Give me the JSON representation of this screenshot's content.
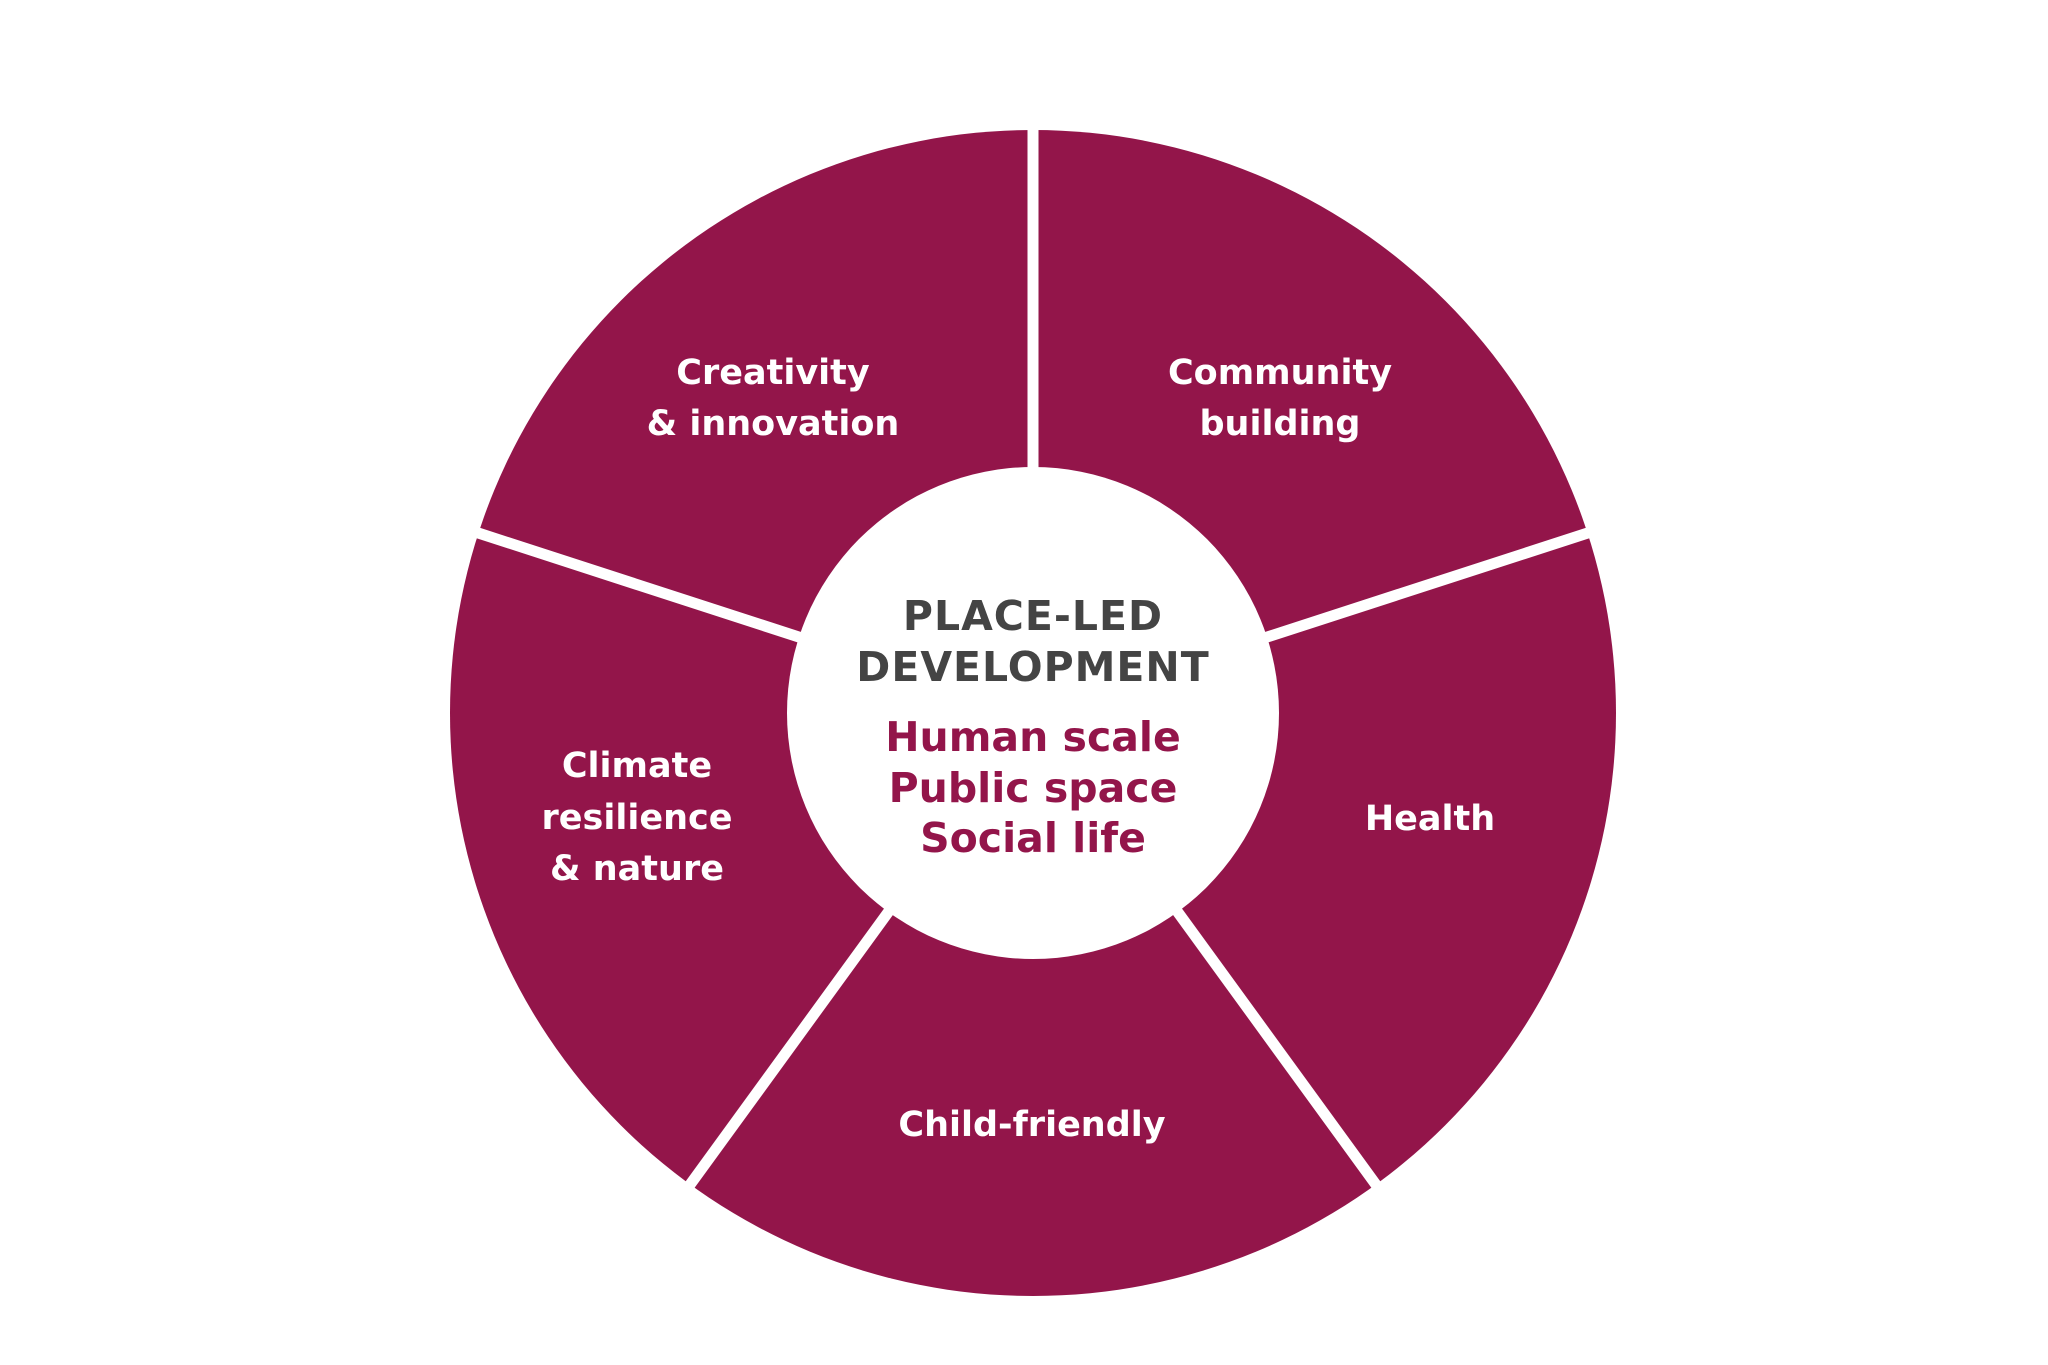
{
  "colors": {
    "segment_fill": "#93154A",
    "divider": "#ffffff",
    "center_fill": "#ffffff",
    "center_title": "#444444",
    "center_sub": "#93154A",
    "segment_text": "#ffffff"
  },
  "center": {
    "title_lines": [
      "PLACE-LED",
      "DEVELOPMENT"
    ],
    "sub_lines": [
      "Human scale",
      "Public space",
      "Social life"
    ]
  },
  "segments": [
    {
      "id": "community-building",
      "lines": [
        "Community",
        "building"
      ]
    },
    {
      "id": "health",
      "lines": [
        "Health"
      ]
    },
    {
      "id": "child-friendly",
      "lines": [
        "Child-friendly"
      ]
    },
    {
      "id": "climate-resilience-nature",
      "lines": [
        "Climate",
        "resilience",
        "& nature"
      ]
    },
    {
      "id": "creativity-innovation",
      "lines": [
        "Creativity",
        "& innovation"
      ]
    }
  ]
}
